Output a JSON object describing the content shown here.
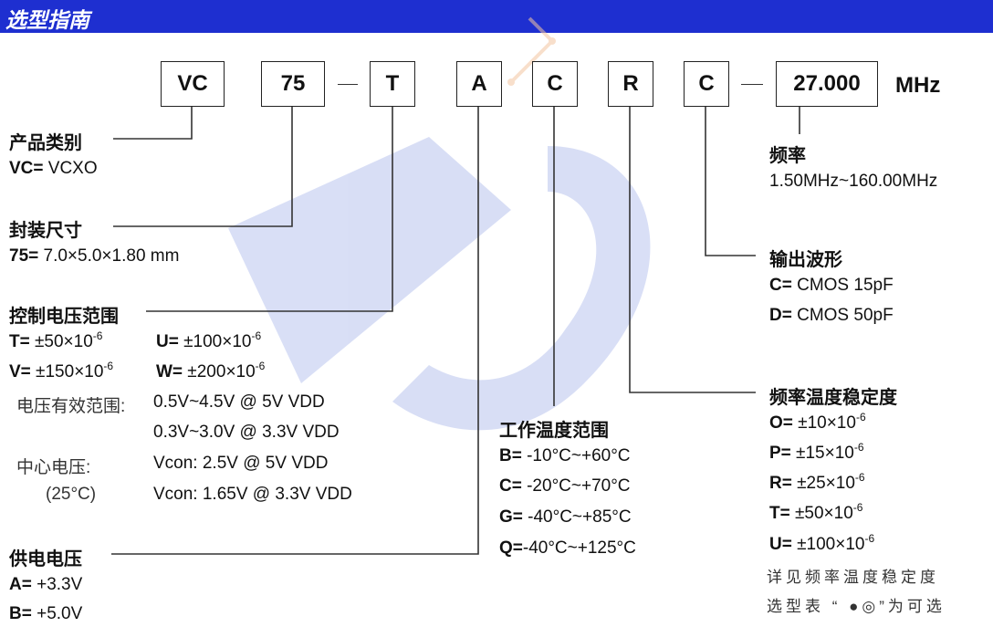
{
  "header": {
    "title": "选型指南"
  },
  "code_boxes": [
    "VC",
    "75",
    "T",
    "A",
    "C",
    "R",
    "C",
    "27.000"
  ],
  "unit": "MHz",
  "product_category": {
    "heading": "产品类别",
    "items": [
      {
        "key": "VC=",
        "val": " VCXO"
      }
    ]
  },
  "package_size": {
    "heading": "封装尺寸",
    "items": [
      {
        "key": "75=",
        "val": " 7.0×5.0×1.80 mm"
      }
    ]
  },
  "control_voltage_range": {
    "heading": "控制电压范围",
    "items": [
      {
        "key": "T=",
        "val": " ±50×10",
        "exp": "-6"
      },
      {
        "key": "U=",
        "val": " ±100×10",
        "exp": "-6"
      },
      {
        "key": "V=",
        "val": " ±150×10",
        "exp": "-6"
      },
      {
        "key": "W=",
        "val": " ±200×10",
        "exp": "-6"
      }
    ],
    "effective_range_label": "电压有效范围:",
    "effective_range_values": [
      "0.5V~4.5V @ 5V VDD",
      "0.3V~3.0V @ 3.3V VDD"
    ],
    "center_voltage_label": "中心电压:",
    "center_voltage_temp": "(25°C)",
    "center_voltage_values": [
      "Vcon: 2.5V @ 5V VDD",
      "Vcon: 1.65V @ 3.3V VDD"
    ]
  },
  "supply_voltage": {
    "heading": "供电电压",
    "items": [
      {
        "key": "A=",
        "val": " +3.3V"
      },
      {
        "key": "B=",
        "val": " +5.0V"
      }
    ]
  },
  "operating_temp_range": {
    "heading": "工作温度范围",
    "items": [
      {
        "key": "B=",
        "val": " -10°C~+60°C"
      },
      {
        "key": "C=",
        "val": " -20°C~+70°C"
      },
      {
        "key": "G=",
        "val": " -40°C~+85°C"
      },
      {
        "key": "Q=",
        "val": "-40°C~+125°C"
      }
    ]
  },
  "frequency": {
    "heading": "频率",
    "range": "1.50MHz~160.00MHz"
  },
  "output_waveform": {
    "heading": "输出波形",
    "items": [
      {
        "key": "C=",
        "val": " CMOS 15pF"
      },
      {
        "key": "D=",
        "val": " CMOS 50pF"
      }
    ]
  },
  "frequency_stability": {
    "heading": "频率温度稳定度",
    "items": [
      {
        "key": "O=",
        "val": " ±10×10",
        "exp": "-6"
      },
      {
        "key": "P=",
        "val": " ±15×10",
        "exp": "-6"
      },
      {
        "key": "R=",
        "val": " ±25×10",
        "exp": "-6"
      },
      {
        "key": "T=",
        "val": " ±50×10",
        "exp": "-6"
      },
      {
        "key": "U=",
        "val": " ±100×10",
        "exp": "-6"
      }
    ],
    "note_line1": "详见频率温度稳定度",
    "note_line2": "选型表 “ ●◎”为可选"
  },
  "colors": {
    "header_bg": "#1e2fd0",
    "watermark": "#b9c4ee"
  }
}
